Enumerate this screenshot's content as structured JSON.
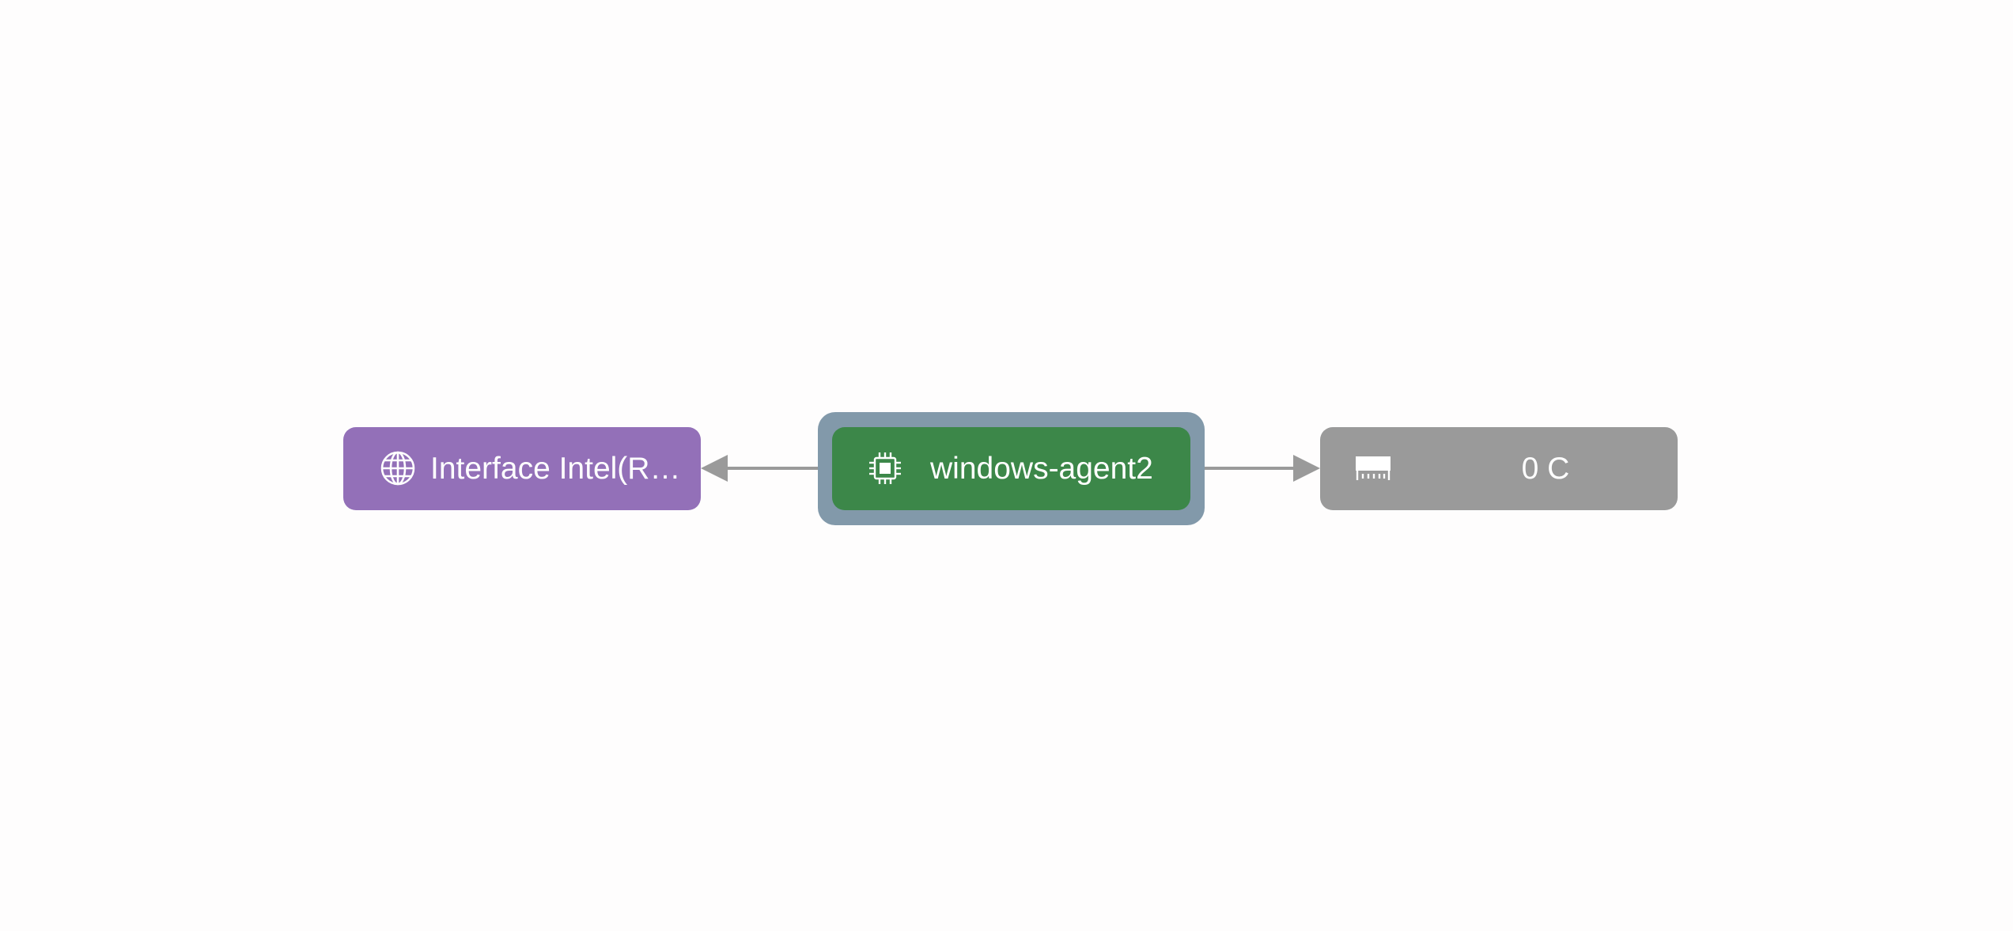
{
  "graph": {
    "nodes": [
      {
        "id": "interface",
        "label": "Interface Intel(R…",
        "icon": "globe-icon",
        "color": "#9370b8"
      },
      {
        "id": "agent",
        "label": "windows-agent2",
        "icon": "cpu-chip-icon",
        "color": "#3c8749",
        "selected": true,
        "halo_color": "#8299aa"
      },
      {
        "id": "temperature",
        "label": "0 C",
        "icon": "memory-module-icon",
        "color": "#9a9a9a"
      }
    ],
    "edges": [
      {
        "from": "agent",
        "to": "interface"
      },
      {
        "from": "agent",
        "to": "temperature"
      }
    ],
    "edge_color": "#9a9a9a",
    "background": "#fefdfd"
  }
}
